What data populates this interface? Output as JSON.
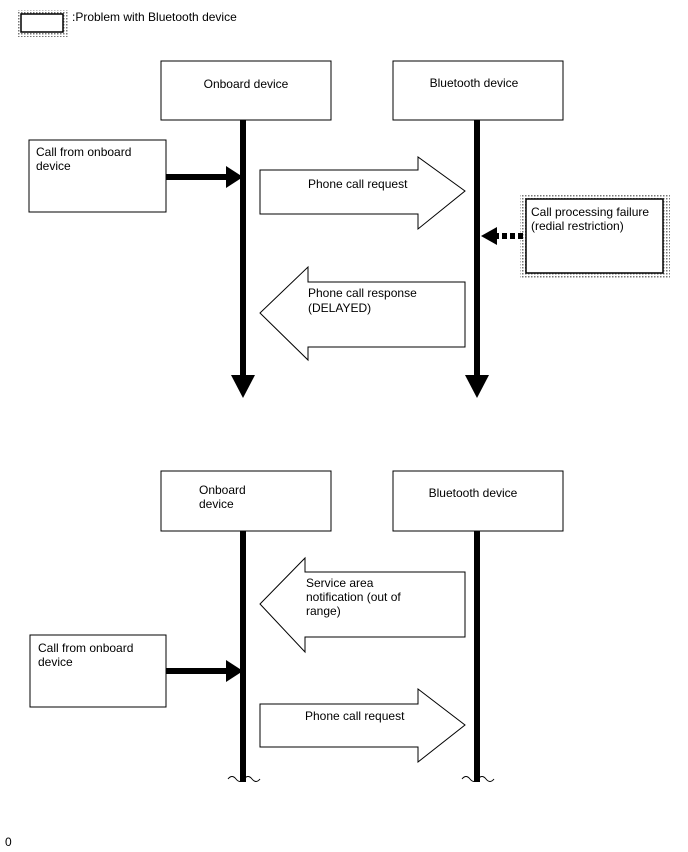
{
  "legend": {
    "text": ":Problem with Bluetooth device"
  },
  "top": {
    "onboard_label": "Onboard device",
    "bluetooth_label": "Bluetooth device",
    "call_box": [
      "Call from onboard",
      "device"
    ],
    "request_arrow": [
      "Phone call request"
    ],
    "failure_box": [
      "Call processing failure",
      "(redial restriction)"
    ],
    "response_arrow": [
      "Phone call response",
      "(DELAYED)"
    ]
  },
  "bottom": {
    "onboard_label": [
      "Onboard",
      "device"
    ],
    "bluetooth_label": "Bluetooth device",
    "notification_arrow": [
      "Service area",
      "notification (out of",
      "range)"
    ],
    "call_box": [
      "Call from onboard",
      "device"
    ],
    "request_arrow": [
      "Phone call request"
    ]
  },
  "footer": {
    "mark": "0"
  },
  "colors": {
    "line": "#000000",
    "hatch": "#888888",
    "background": "#ffffff"
  }
}
